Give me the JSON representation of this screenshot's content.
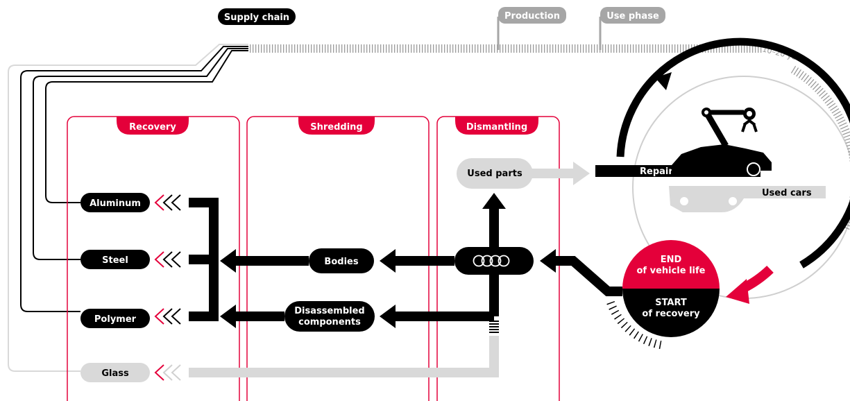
{
  "colors": {
    "black": "#000000",
    "red": "#e4003a",
    "gray": "#d9d9d9",
    "tickgray": "#9a9a9a",
    "white": "#ffffff"
  },
  "timeline": {
    "supply_chain": "Supply chain",
    "production": "Production",
    "use_phase": "Use phase",
    "duration": "10–20 years"
  },
  "sections": {
    "recovery": "Recovery",
    "shredding": "Shredding",
    "dismantling": "Dismantling"
  },
  "materials": {
    "aluminum": "Aluminum",
    "steel": "Steel",
    "polymer": "Polymer",
    "glass": "Glass"
  },
  "flow": {
    "bodies": "Bodies",
    "disassembled_line1": "Disassembled",
    "disassembled_line2": "components",
    "used_parts": "Used parts"
  },
  "cycle": {
    "repair": "Repair",
    "used_cars": "Used cars",
    "end_line1": "END",
    "end_line2": "of vehicle life",
    "start_line1": "START",
    "start_line2": "of recovery"
  },
  "icons": {
    "logo": "four-rings-logo",
    "car": "car-icon",
    "robot": "robot-arm-icon"
  }
}
